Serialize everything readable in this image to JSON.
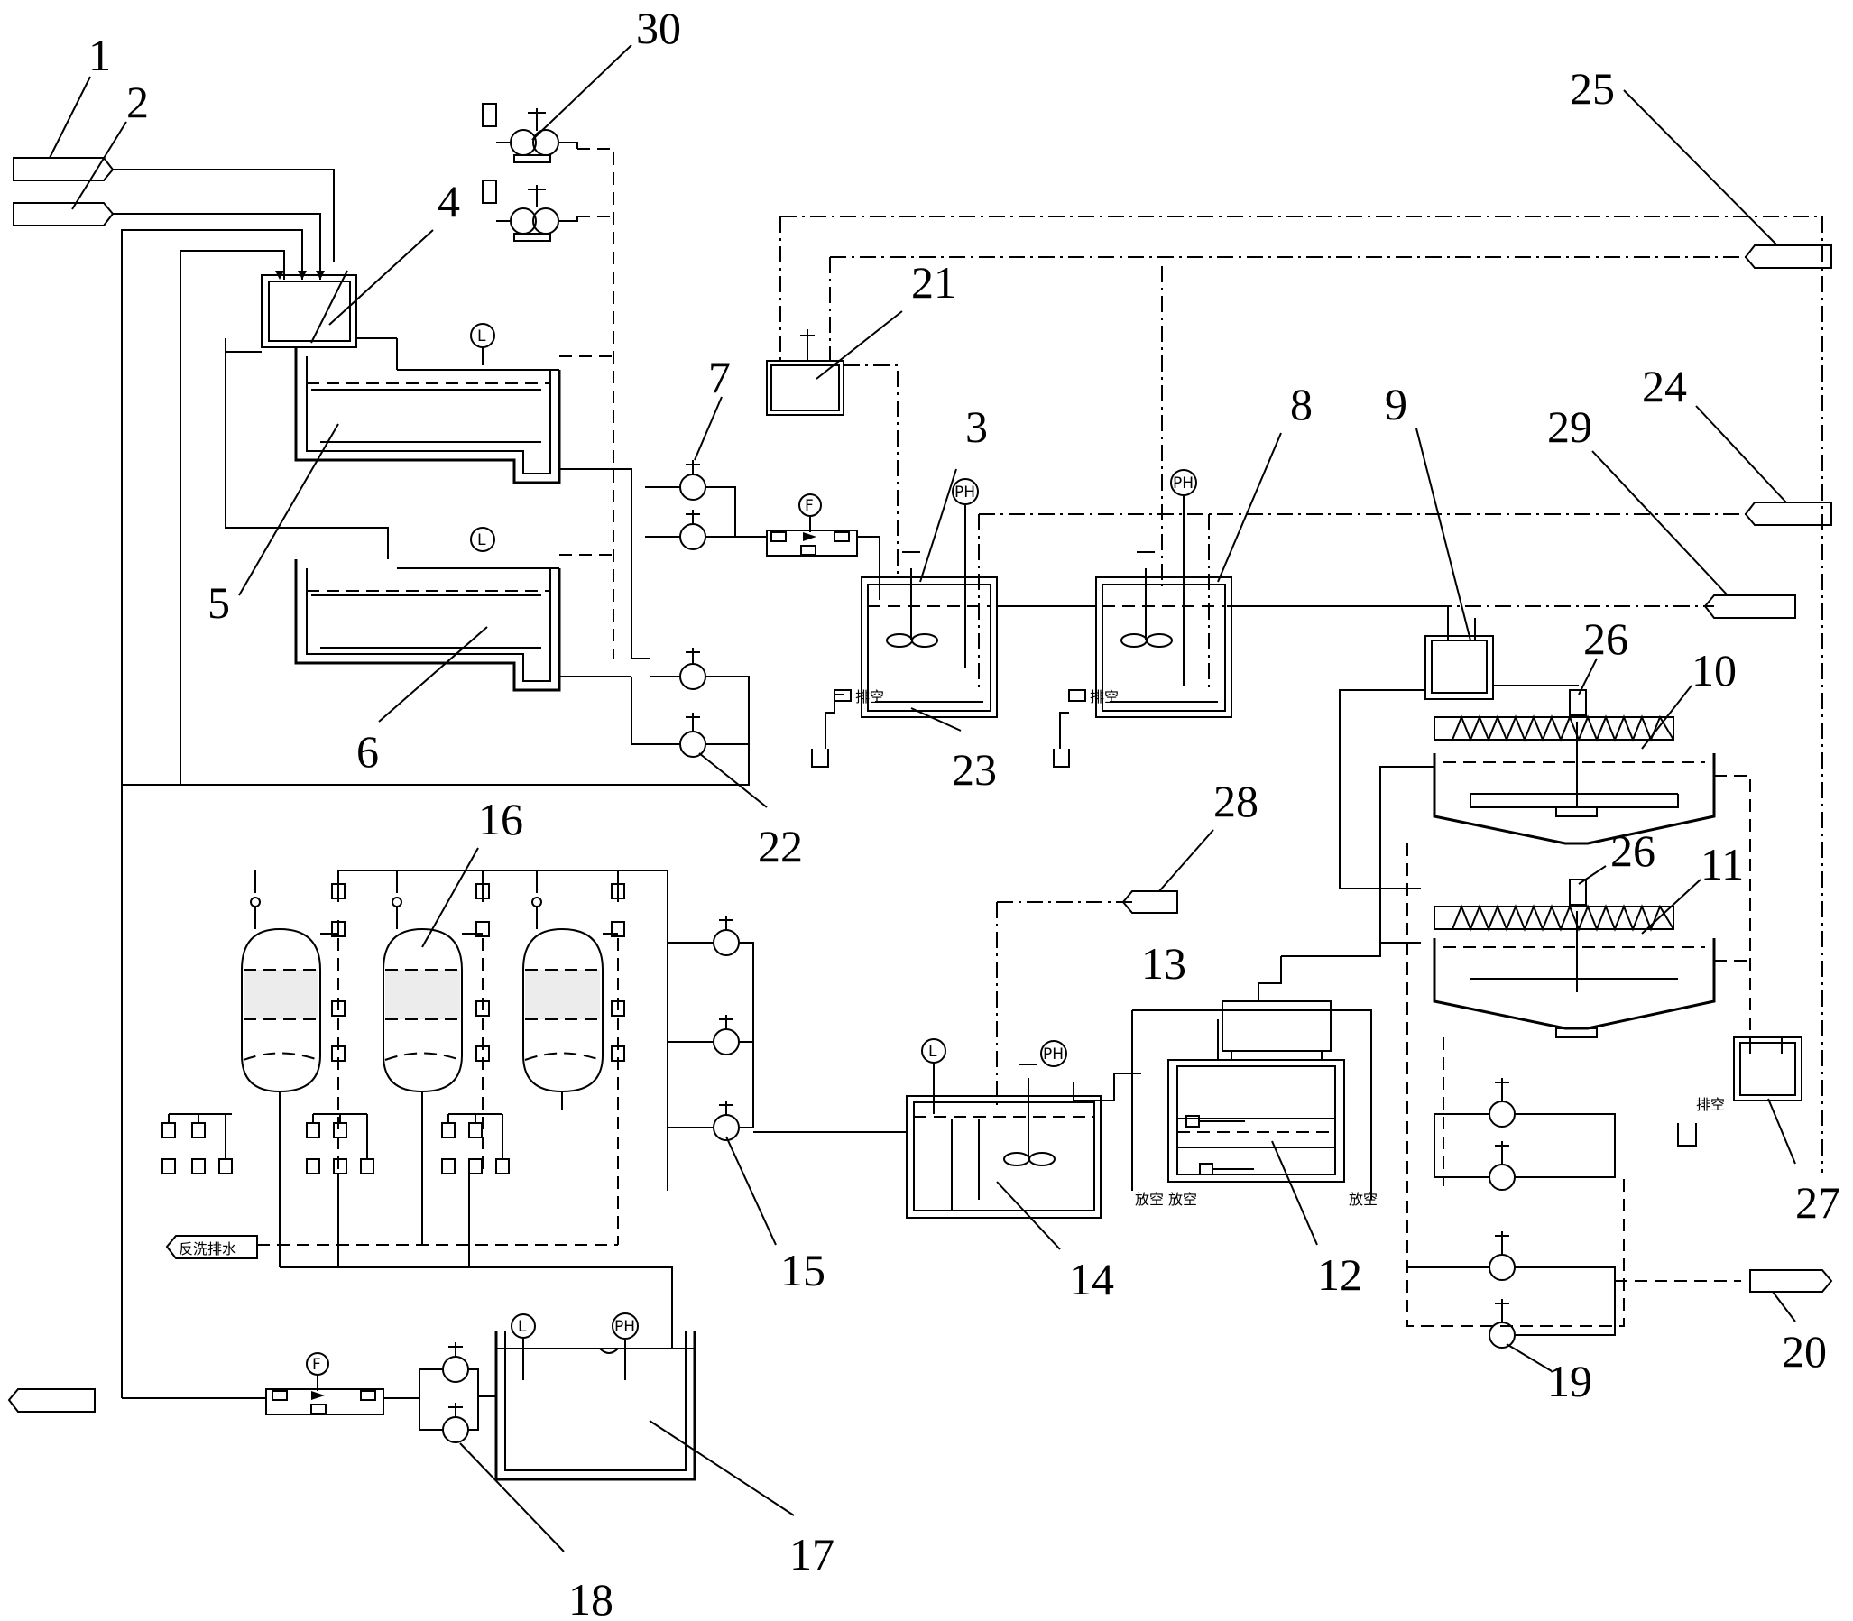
{
  "labels": [
    "1",
    "2",
    "3",
    "4",
    "5",
    "6",
    "7",
    "8",
    "9",
    "10",
    "11",
    "12",
    "13",
    "14",
    "15",
    "16",
    "17",
    "18",
    "19",
    "20",
    "21",
    "22",
    "23",
    "24",
    "25",
    "26",
    "26",
    "27",
    "28",
    "29",
    "30"
  ],
  "instrument_codes": {
    "level": "L",
    "ph": "PH",
    "flow": "F"
  },
  "notes": {
    "backwash_drain": "反洗排水",
    "vent": "排空",
    "vent_alt": "放空"
  }
}
